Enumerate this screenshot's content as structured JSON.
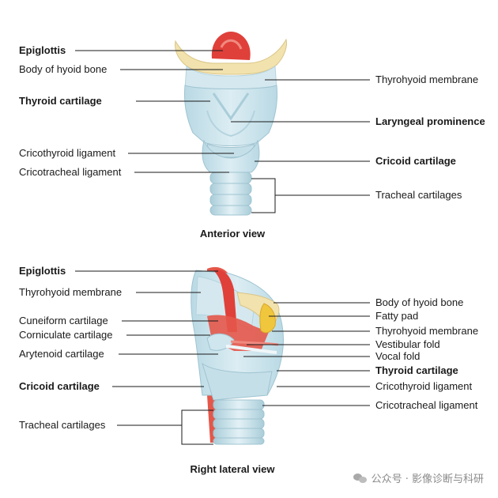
{
  "anterior": {
    "caption": "Anterior view",
    "labels": {
      "epiglottis": "Epiglottis",
      "hyoid": "Body of hyoid bone",
      "thyroid": "Thyroid cartilage",
      "cricothyroid": "Cricothyroid ligament",
      "cricotracheal": "Cricotracheal ligament",
      "thyrohyoid": "Thyrohyoid membrane",
      "prominence": "Laryngeal prominence",
      "cricoid": "Cricoid cartilage",
      "tracheal": "Tracheal cartilages"
    }
  },
  "lateral": {
    "caption": "Right lateral view",
    "labels": {
      "epiglottis": "Epiglottis",
      "thyrohyoid_left": "Thyrohyoid membrane",
      "cuneiform": "Cuneiform cartilage",
      "corniculate": "Corniculate cartilage",
      "arytenoid": "Arytenoid cartilage",
      "cricoid": "Cricoid cartilage",
      "tracheal": "Tracheal cartilages",
      "hyoid": "Body of hyoid bone",
      "fatty": "Fatty pad",
      "thyrohyoid_right": "Thyrohyoid membrane",
      "vestibular": "Vestibular fold",
      "vocal": "Vocal fold",
      "thyroid": "Thyroid cartilage",
      "cricothyroid": "Cricothyroid ligament",
      "cricotracheal": "Cricotracheal ligament"
    }
  },
  "watermark": {
    "text": "公众号 · 影像诊断与科研",
    "icon": "wechat-icon"
  },
  "colors": {
    "cartilage": "#cfe6ee",
    "cartilage_shadow": "#a9cdd9",
    "epiglottis": "#e0403a",
    "muscle": "#e4574a",
    "hyoid": "#f2e2ad",
    "fat": "#f0c63c"
  }
}
